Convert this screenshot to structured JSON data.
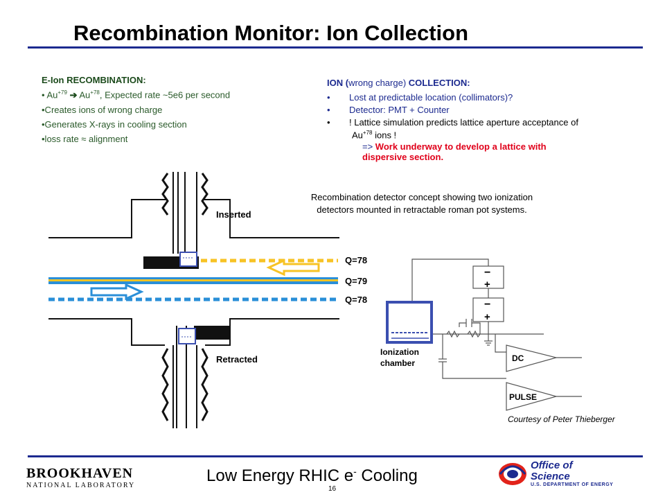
{
  "title": "Recombination Monitor: Ion Collection",
  "left_section": {
    "heading": "E-Ion RECOMBINATION:",
    "bullet1_prefix": "• Au",
    "bullet1_sup1": "+79",
    "bullet1_mid": " Au",
    "bullet1_sup2": "+78",
    "bullet1_suffix": ", Expected rate ~5e6 per second",
    "bullet2": "•Creates ions of wrong charge",
    "bullet3": "•Generates X-rays in cooling section",
    "bullet4": "•loss rate ≈ alignment"
  },
  "right_section": {
    "heading_bold1": "ION (",
    "heading_normal": "wrong charge)",
    "heading_bold2": " COLLECTION:",
    "bullet_char": "•",
    "item1": "Lost at predictable location (collimators)?",
    "item2": "Detector: PMT + Counter",
    "item3": "! Lattice simulation predicts lattice aperture acceptance of",
    "item3_au": "Au",
    "item3_sup": "+78",
    "item3_end": " ions !",
    "arrow": "=> ",
    "item4_red1": "Work underway to develop a lattice with",
    "item4_red2": "dispersive section."
  },
  "caption_line1": "Recombination detector concept showing two ionization",
  "caption_line2": "detectors mounted in retractable roman pot systems.",
  "diagram_left": {
    "label_inserted": "Inserted",
    "label_retracted": "Retracted",
    "label_q78_top": "Q=78",
    "label_q79": "Q=79",
    "label_q78_bottom": "Q=78",
    "colors": {
      "yellow": "#f7c325",
      "blue": "#2a8fd8",
      "dark": "#111111",
      "detector": "#3b4fb0"
    }
  },
  "diagram_right": {
    "minus1": "−",
    "plus1": "+",
    "minus2": "−",
    "plus2": "+",
    "label_ionization1": "Ionization",
    "label_ionization2": "chamber",
    "label_dc": "DC",
    "label_pulse": "PULSE",
    "colors": {
      "chamber": "#3b4fb0",
      "wire": "#555555"
    }
  },
  "courtesy": "Courtesy of Peter Thieberger",
  "footer_text": "Low Energy RHIC e",
  "footer_sup": "-",
  "footer_text2": " Cooling",
  "page_number": "16",
  "logo_bnl_line1": "BROOKHAVEN",
  "logo_bnl_line2": "NATIONAL LABORATORY",
  "logo_ofs_line1": "Office of",
  "logo_ofs_line2": "Science",
  "logo_ofs_line3": "U.S. DEPARTMENT OF ENERGY",
  "colors": {
    "accent": "#1c2a8f",
    "green_text": "#2a5a2a",
    "red": "#e0001a"
  }
}
